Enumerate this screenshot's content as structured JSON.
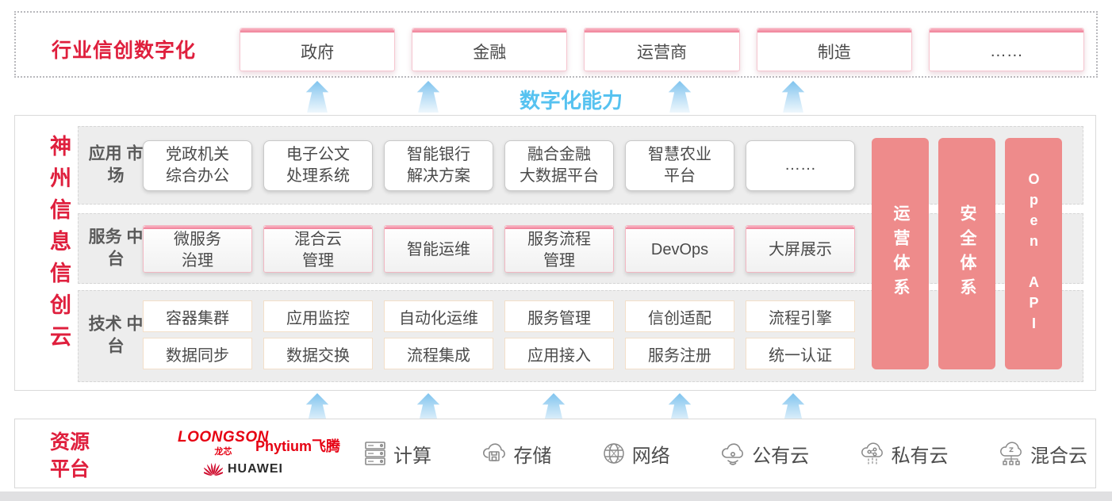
{
  "header": {
    "title": "行业信创数字化",
    "industries": [
      {
        "label": "政府"
      },
      {
        "label": "金融"
      },
      {
        "label": "运营商"
      },
      {
        "label": "制造"
      },
      {
        "label": "……"
      }
    ]
  },
  "capability": {
    "caption": "数字化能力"
  },
  "platform": {
    "vertical_title": "神州信息信创云",
    "app_row": {
      "label_line1": "应用",
      "label_line2": "市场",
      "items": [
        {
          "l1": "党政机关",
          "l2": "综合办公"
        },
        {
          "l1": "电子公文",
          "l2": "处理系统"
        },
        {
          "l1": "智能银行",
          "l2": "解决方案"
        },
        {
          "l1": "融合金融",
          "l2": "大数据平台"
        },
        {
          "l1": "智慧农业",
          "l2": "平台"
        },
        {
          "l1": "……",
          "l2": ""
        }
      ]
    },
    "service_row": {
      "label_line1": "服务",
      "label_line2": "中台",
      "items": [
        {
          "l1": "微服务",
          "l2": "治理"
        },
        {
          "l1": "混合云",
          "l2": "管理"
        },
        {
          "l1": "智能运维",
          "l2": ""
        },
        {
          "l1": "服务流程",
          "l2": "管理"
        },
        {
          "l1": "DevOps",
          "l2": ""
        },
        {
          "l1": "大屏展示",
          "l2": ""
        }
      ]
    },
    "tech_row": {
      "label_line1": "技术",
      "label_line2": "中台",
      "row1": [
        "容器集群",
        "应用监控",
        "自动化运维",
        "服务管理",
        "信创适配",
        "流程引擎"
      ],
      "row2": [
        "数据同步",
        "数据交换",
        "流程集成",
        "应用接入",
        "服务注册",
        "统一认证"
      ]
    },
    "pillars": [
      "运营体系",
      "安全体系",
      "Open API"
    ]
  },
  "resources": {
    "label_line1": "资源",
    "label_line2": "平台",
    "vendors": {
      "loongson": "LOONGSON",
      "loongson_sub": "龙芯",
      "phytium": "Phytium飞腾",
      "huawei": "HUAWEI"
    },
    "items": [
      {
        "icon": "server-icon",
        "label": "计算"
      },
      {
        "icon": "cloud-storage-icon",
        "label": "存储"
      },
      {
        "icon": "network-globe-icon",
        "label": "网络"
      },
      {
        "icon": "public-cloud-icon",
        "label": "公有云"
      },
      {
        "icon": "private-cloud-icon",
        "label": "私有云"
      },
      {
        "icon": "hybrid-cloud-icon",
        "label": "混合云"
      }
    ]
  },
  "colors": {
    "brand_red": "#df1f3d",
    "logo_red": "#e60012",
    "huawei_red": "#cf0a2c",
    "pillar_pink": "#ee8b8b",
    "caption_blue": "#56c2f0",
    "arrow_blue": "#8fc9ef"
  }
}
